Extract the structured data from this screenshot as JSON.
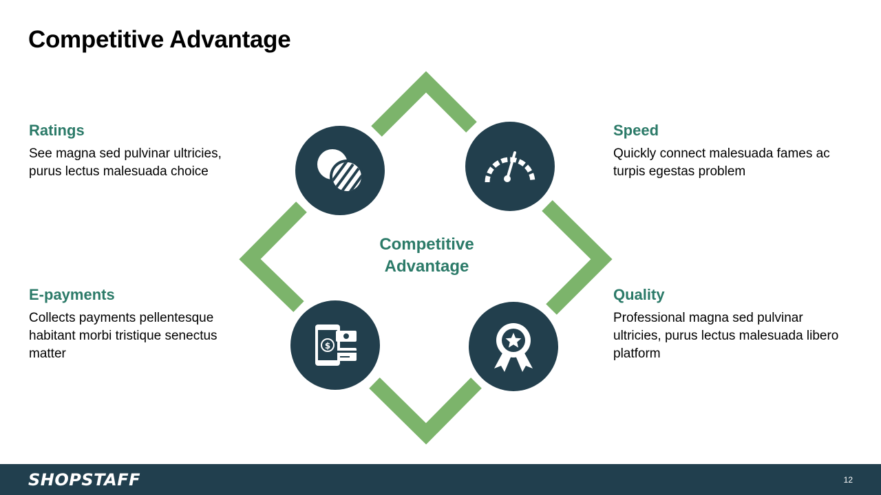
{
  "slide": {
    "title": "Competitive Advantage",
    "center_label": [
      "Competitive",
      "Advantage"
    ]
  },
  "items": {
    "ratings": {
      "heading": "Ratings",
      "text": "See magna sed pulvinar ultricies, purus lectus malesuada choice",
      "icon": "ratings-icon"
    },
    "speed": {
      "heading": "Speed",
      "text": "Quickly connect malesuada fames ac turpis egestas problem",
      "icon": "speedometer-icon"
    },
    "epayments": {
      "heading": "E-payments",
      "text": "Collects payments pellentesque habitant morbi tristique senectus matter",
      "icon": "mobile-payment-icon"
    },
    "quality": {
      "heading": "Quality",
      "text": "Professional magna sed pulvinar ultricies, purus lectus malesuada libero platform",
      "icon": "award-ribbon-icon"
    }
  },
  "footer": {
    "logo": "SHOPSTAFF",
    "page_number": "12"
  },
  "colors": {
    "accent_green": "#7cb46b",
    "teal_text": "#2b7a68",
    "dark_navy": "#223f4d",
    "footer_bg": "#213f4e"
  }
}
